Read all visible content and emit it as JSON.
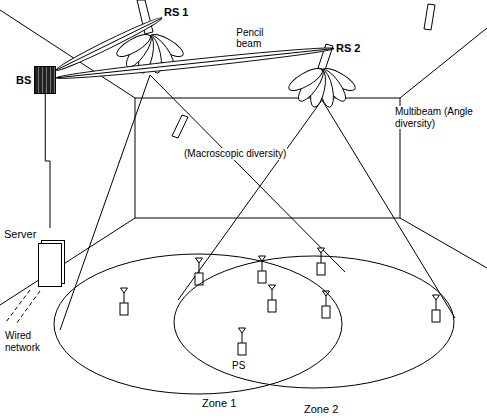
{
  "diagram": {
    "nodes": [
      {
        "text": [
          "RS 1"
        ]
      },
      {
        "text": [
          "RS 2"
        ]
      },
      {
        "text": [
          "BS"
        ]
      },
      {
        "text": [
          "Server"
        ]
      },
      {
        "text": [
          "Zone 1"
        ]
      },
      {
        "text": [
          "Zone 2"
        ]
      }
    ],
    "edges": [
      {
        "from": 2,
        "to": 0,
        "arrow": "none"
      },
      {
        "from": 2,
        "to": 1,
        "label": "Pencil beam",
        "arrow": "none"
      },
      {
        "from": 3,
        "to": 2,
        "arrow": "none"
      }
    ],
    "labels": [
      "Multibeam (Angle diversity)",
      "(Macroscopic diversity)",
      "Wired network",
      "PS"
    ]
  }
}
